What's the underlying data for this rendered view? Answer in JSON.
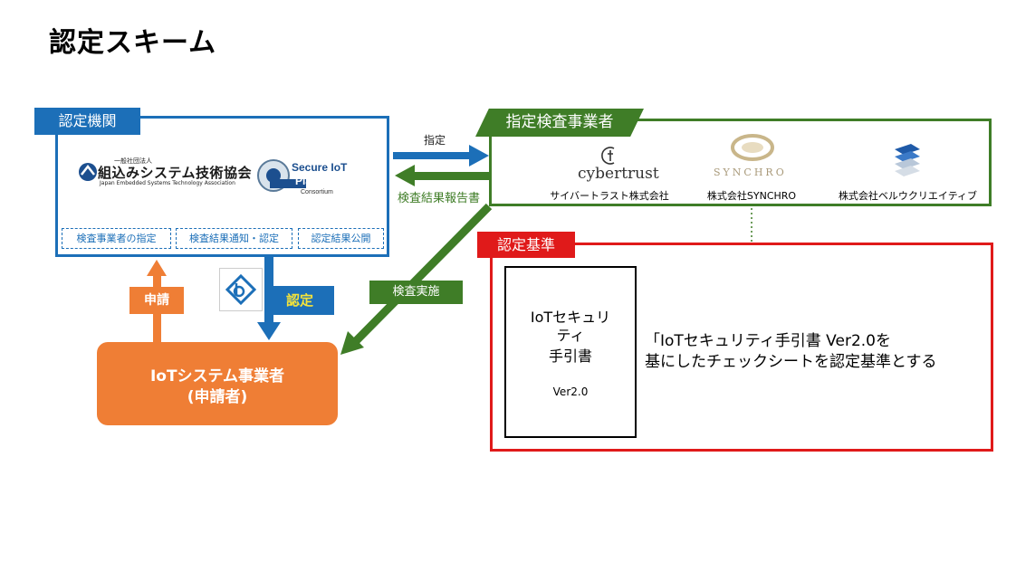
{
  "title": "認定スキーム",
  "certification_body": {
    "label": "認定機関",
    "org1_small": "一般社団法人",
    "org1_name": "組込みシステム技術協会",
    "org1_english": "Japan Embedded Systems Technology Association",
    "org2_line1": "Secure IoT",
    "org2_line2": "Platform",
    "org2_line3": "Consortium",
    "roles": [
      "検査事業者の指定",
      "検査結果通知・認定",
      "認定結果公開"
    ]
  },
  "inspectors": {
    "label": "指定検査事業者",
    "companies": [
      {
        "logo_text": "cybertrust",
        "name": "サイバートラスト株式会社"
      },
      {
        "logo_text": "SYNCHRO",
        "name": "株式会社SYNCHRO"
      },
      {
        "logo_text": "",
        "name": "株式会社ベルウクリエイティブ"
      }
    ]
  },
  "standard": {
    "label": "認定基準",
    "book_line1": "IoTセキュリ",
    "book_line2": "ティ",
    "book_line3": "手引書",
    "book_version": "Ver2.0",
    "text_line1": "「IoTセキュリティ手引書 Ver2.0を",
    "text_line2": "基にしたチェックシートを認定基準とする"
  },
  "applicant": {
    "line1": "IoTシステム事業者",
    "line2": "(申請者)"
  },
  "arrows": {
    "designate": "指定",
    "report": "検査結果報告書",
    "inspect": "検査実施",
    "apply": "申請",
    "certify": "認定"
  },
  "colors": {
    "blue": "#1c6fb8",
    "green": "#3f7d27",
    "red": "#e01a1a",
    "orange": "#ef7e35",
    "yellow_text": "#f5e33a"
  }
}
